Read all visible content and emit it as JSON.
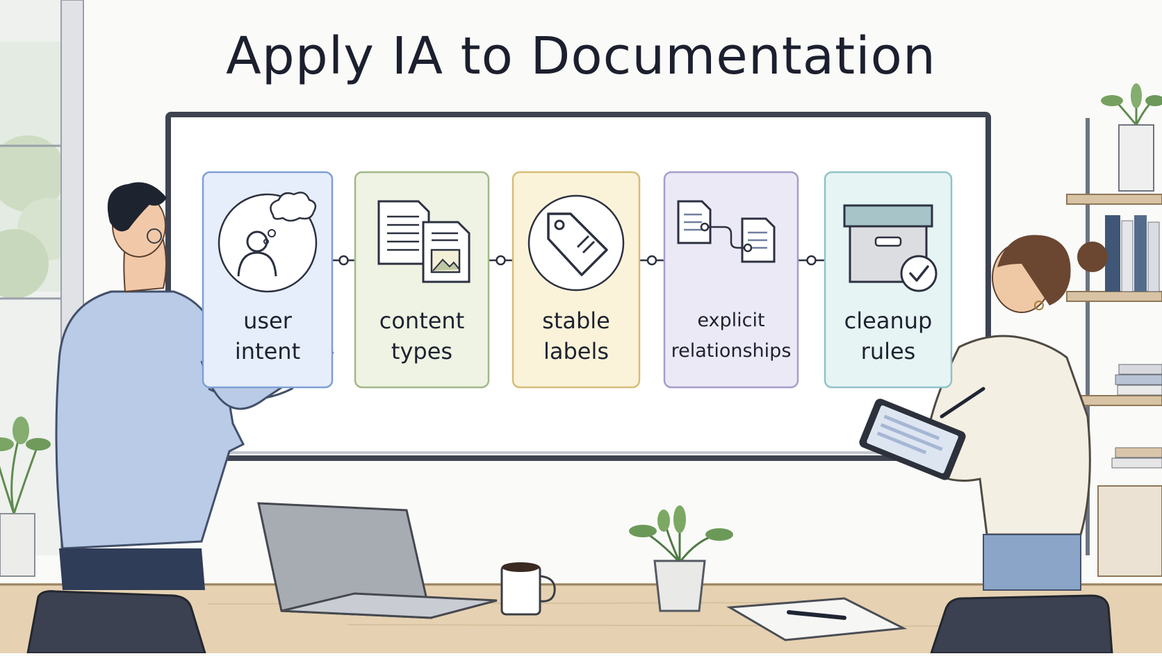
{
  "title": "Apply IA to Documentation",
  "steps": [
    {
      "line1": "user",
      "line2": "intent",
      "icon": "user-thought-icon",
      "color": "#e6eefb",
      "border": "#7f9fd6"
    },
    {
      "line1": "content",
      "line2": "types",
      "icon": "documents-icon",
      "color": "#eef3e3",
      "border": "#a3b889"
    },
    {
      "line1": "stable",
      "line2": "labels",
      "icon": "tag-icon",
      "color": "#fbf3d9",
      "border": "#d7bc78"
    },
    {
      "line1": "explicit",
      "line2": "relationships",
      "icon": "linked-documents-icon",
      "color": "#ece9f6",
      "border": "#a69bcb"
    },
    {
      "line1": "cleanup",
      "line2": "rules",
      "icon": "archive-box-check-icon",
      "color": "#e6f4f4",
      "border": "#8fc3c8"
    }
  ]
}
